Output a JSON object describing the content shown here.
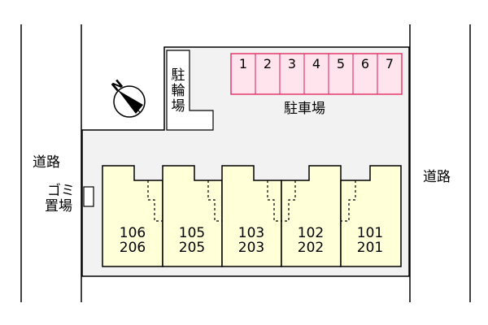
{
  "roads": {
    "left_label": "道路",
    "right_label": "道路"
  },
  "bicycle_parking": {
    "label": "駐輪場"
  },
  "parking_lot": {
    "label": "駐車場",
    "spaces": [
      "1",
      "2",
      "3",
      "4",
      "5",
      "6",
      "7"
    ]
  },
  "garbage_area": {
    "label_line1": "ゴミ",
    "label_line2": "置場"
  },
  "compass": {
    "label": "N"
  },
  "units": [
    {
      "lower": "106",
      "upper": "206"
    },
    {
      "lower": "105",
      "upper": "205"
    },
    {
      "lower": "103",
      "upper": "203"
    },
    {
      "lower": "102",
      "upper": "202"
    },
    {
      "lower": "101",
      "upper": "201"
    }
  ],
  "colors": {
    "parking": "#ffe4ee",
    "parking_line": "#e23a6b",
    "units": "#ffffd8",
    "site": "#f2f2f2"
  }
}
